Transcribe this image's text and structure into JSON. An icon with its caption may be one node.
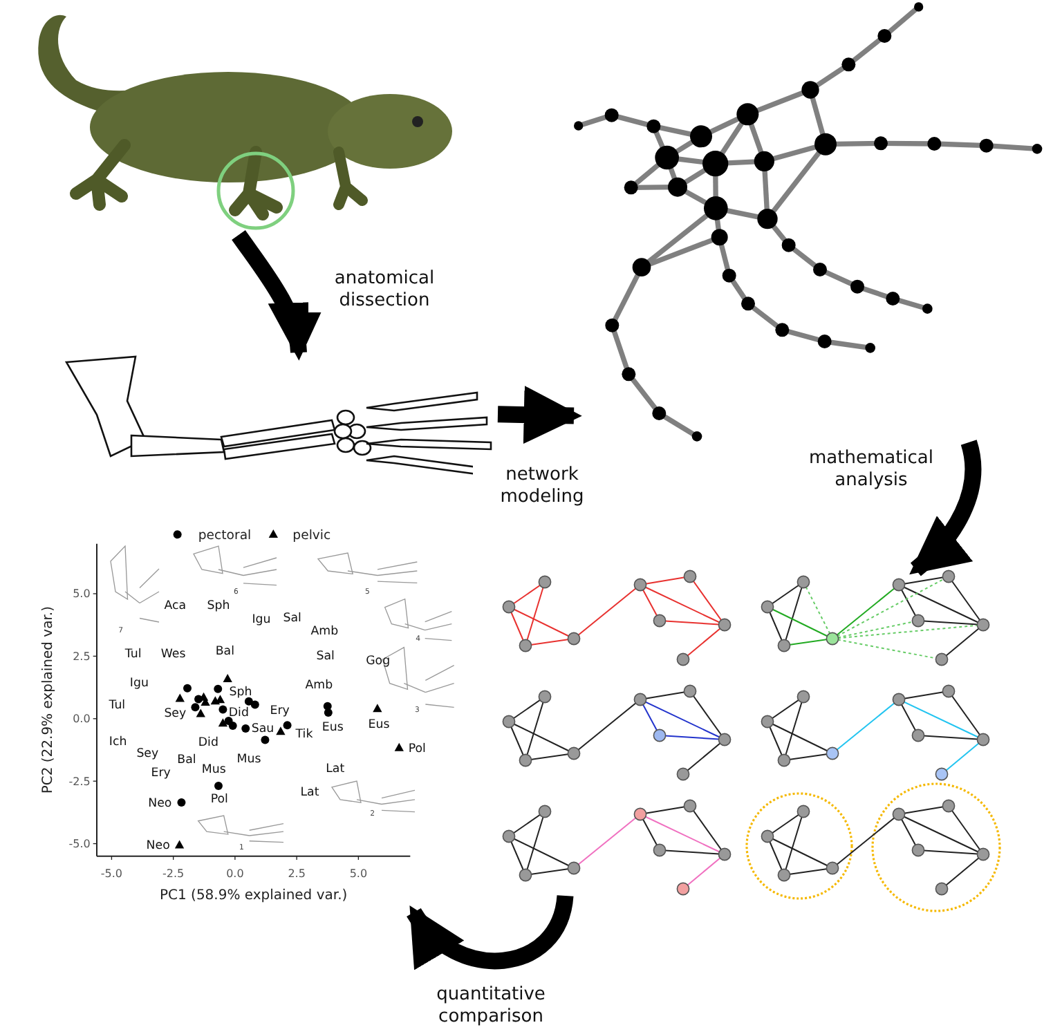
{
  "diagram": {
    "nodes": [
      {
        "text": [],
        "shape": "picture"
      },
      {
        "text": [],
        "shape": "picture"
      },
      {
        "text": [],
        "shape": "picture"
      },
      {
        "text": [],
        "shape": "picture"
      },
      {
        "text": [],
        "shape": "chart"
      }
    ],
    "edges": [
      {
        "from": 0,
        "to": 1,
        "arrow": "to",
        "label": "anatomical dissection"
      },
      {
        "from": 1,
        "to": 2,
        "arrow": "to",
        "label": "network modeling"
      },
      {
        "from": 2,
        "to": 3,
        "arrow": "to",
        "label": "mathematical analysis"
      },
      {
        "from": 3,
        "to": 4,
        "arrow": "to",
        "label": "quantitative comparison"
      }
    ],
    "labels": [
      "6",
      "5",
      "Aca",
      "Sph",
      "Igu",
      "Sal",
      "7",
      "Amb",
      "4",
      "Bal",
      "Tul",
      "Wes",
      "Sal",
      "Gog",
      "Igu",
      "Amb",
      "Sph",
      "Tul",
      "Ery",
      "3",
      "Did",
      "Sey",
      "Eus",
      "Eus",
      "Sau",
      "Tik",
      "Ich",
      "Did",
      "Pol",
      "Sey",
      "Mus",
      "Bal",
      "Lat",
      "Mus",
      "Ery",
      "Lat",
      "Pol",
      "Neo",
      "2",
      "Neo",
      "1"
    ],
    "chart_data": {
      "type": "scatter",
      "legend": "top",
      "xlabel": "PC1 (58.9% explained var.)",
      "ylabel": "PC2 (22.9% explained var.)",
      "xlim": [
        -5.6,
        7.1
      ],
      "ylim": [
        -5.5,
        7.0
      ],
      "xticks": [
        {
          "value": -5,
          "label": "-5.0"
        },
        {
          "value": -2.5,
          "label": "-2.5"
        },
        {
          "value": 0,
          "label": "0.0"
        },
        {
          "value": 2.5,
          "label": "2.5"
        },
        {
          "value": 5,
          "label": "5.0"
        }
      ],
      "yticks": [
        {
          "value": -5,
          "label": "-5.0"
        },
        {
          "value": -2.5,
          "label": "-2.5"
        },
        {
          "value": 0,
          "label": "0.0"
        },
        {
          "value": 2.5,
          "label": "2.5"
        },
        {
          "value": 5,
          "label": "5.0"
        }
      ],
      "series": [
        {
          "name": "pectoral",
          "color": "#000000",
          "x": [
            -1.93,
            -0.69,
            -1.48,
            -1.61,
            0.56,
            0.81,
            -0.49,
            -0.26,
            -0.09,
            0.43,
            1.22,
            2.12,
            3.75,
            3.78,
            -0.67,
            -2.17
          ],
          "values": [
            1.22,
            1.19,
            0.78,
            0.46,
            0.69,
            0.56,
            0.37,
            -0.09,
            -0.28,
            -0.39,
            -0.85,
            -0.26,
            0.5,
            0.24,
            -2.69,
            -3.35
          ]
        },
        {
          "name": "pelvic",
          "color": "#000000",
          "x": [
            -0.3,
            -2.23,
            -1.27,
            -1.2,
            -0.8,
            -0.6,
            -1.39,
            -0.49,
            1.85,
            5.77,
            6.65,
            -2.25
          ],
          "values": [
            1.59,
            0.8,
            0.85,
            0.65,
            0.7,
            0.75,
            0.19,
            -0.19,
            -0.52,
            0.39,
            -1.17,
            -5.06
          ]
        }
      ]
    }
  }
}
